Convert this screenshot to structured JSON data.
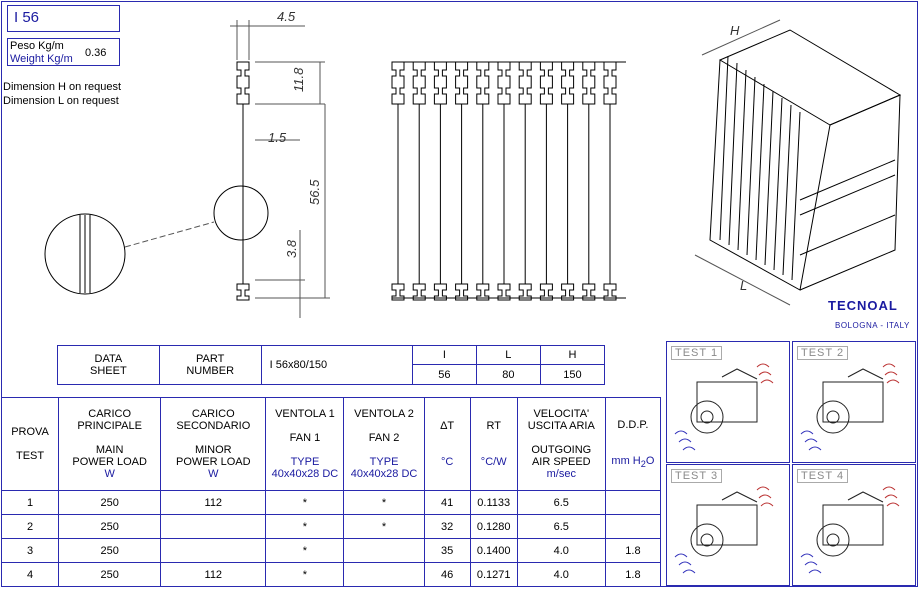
{
  "header": {
    "model": "I 56"
  },
  "weight": {
    "label_it": "Peso Kg/m",
    "label_en": "Weight Kg/m",
    "value": "0.36"
  },
  "notes": [
    "Dimension H on request",
    "Dimension L on request"
  ],
  "dims": {
    "d1": "4.5",
    "d2": "11.8",
    "d3": "1.5",
    "d4": "56.5",
    "d5": "3.8",
    "h": "H",
    "l": "L"
  },
  "logo": {
    "name": "TECNOAL",
    "sub": "BOLOGNA - ITALY"
  },
  "info": {
    "data_sheet": [
      "DATA",
      "SHEET"
    ],
    "part_number": [
      "PART",
      "NUMBER"
    ],
    "part_value": "I 56x80/150",
    "cols": [
      "I",
      "L",
      "H"
    ],
    "vals": [
      "56",
      "80",
      "150"
    ]
  },
  "table": {
    "headers": {
      "prova": [
        "PROVA",
        "TEST"
      ],
      "carico_p": [
        "CARICO",
        "PRINCIPALE",
        "MAIN",
        "POWER LOAD",
        "W"
      ],
      "carico_s": [
        "CARICO",
        "SECONDARIO",
        "MINOR",
        "POWER LOAD",
        "W"
      ],
      "fan1": [
        "VENTOLA 1",
        "FAN 1",
        "TYPE",
        "40x40x28 DC"
      ],
      "fan2": [
        "VENTOLA 2",
        "FAN 2",
        "TYPE",
        "40x40x28 DC"
      ],
      "dt": [
        "ΔT",
        "°C"
      ],
      "rt": [
        "RT",
        "°C/W"
      ],
      "vel": [
        "VELOCITA'",
        "USCITA  ARIA",
        "OUTGOING",
        "AIR SPEED",
        "m/sec"
      ],
      "ddp": [
        "D.D.P.",
        "mm H",
        "2",
        "O"
      ]
    },
    "rows": [
      [
        "1",
        "250",
        "112",
        "*",
        "*",
        "41",
        "0.1133",
        "6.5",
        ""
      ],
      [
        "2",
        "250",
        "",
        "*",
        "*",
        "32",
        "0.1280",
        "6.5",
        ""
      ],
      [
        "3",
        "250",
        "",
        "*",
        "",
        "35",
        "0.1400",
        "4.0",
        "1.8"
      ],
      [
        "4",
        "250",
        "112",
        "*",
        "",
        "46",
        "0.1271",
        "4.0",
        "1.8"
      ]
    ]
  },
  "tests": [
    "TEST  1",
    "TEST  2",
    "TEST  3",
    "TEST  4"
  ]
}
